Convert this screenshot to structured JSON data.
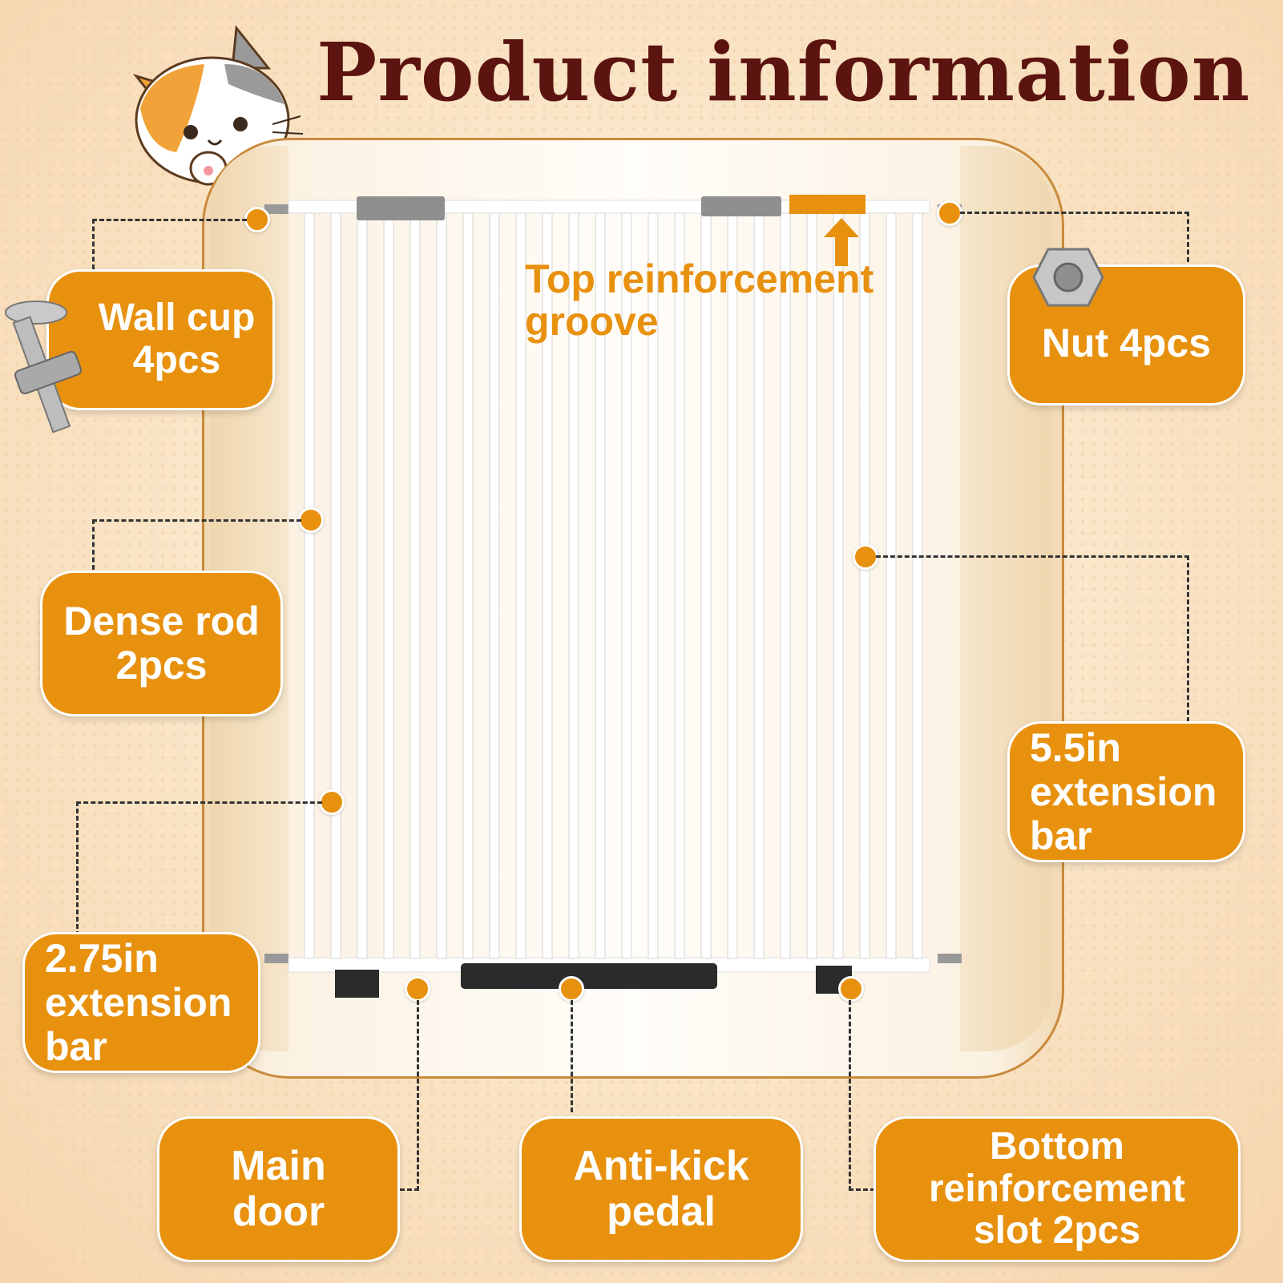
{
  "title": "Product information",
  "annotations": {
    "top_groove": "Top reinforcement groove",
    "wall_cup": "Wall cup 4pcs",
    "nut": "Nut 4pcs",
    "dense_rod": "Dense rod 2pcs",
    "ext_55": "5.5in extension bar",
    "ext_275": "2.75in extension bar",
    "main_door": "Main door",
    "pedal": "Anti-kick pedal",
    "bottom_slot": "Bottom reinforcement slot 2pcs"
  },
  "colors": {
    "accent": "#e8910f",
    "title": "#5c1410",
    "frame": "#c98a3c"
  },
  "icons": [
    "cat-icon",
    "wall-cup-screw-icon",
    "hex-nut-icon",
    "arrow-up-icon"
  ]
}
